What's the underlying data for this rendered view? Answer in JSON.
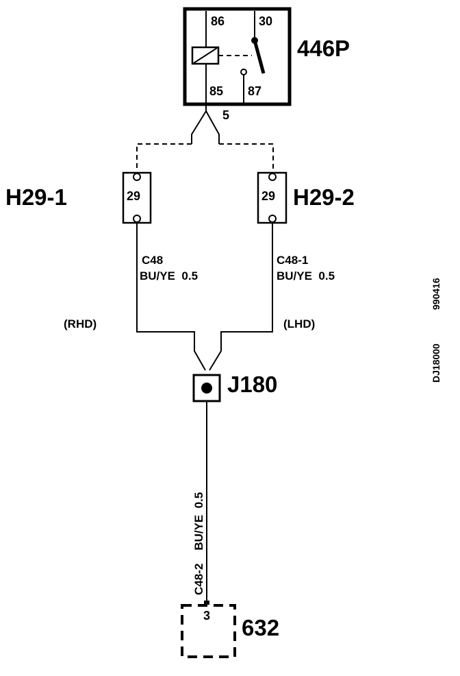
{
  "relay": {
    "id": "446P",
    "pins": {
      "p86": "86",
      "p30": "30",
      "p85": "85",
      "p87": "87"
    },
    "output_pin": "5"
  },
  "connectors": {
    "left": {
      "id": "H29-1",
      "pin": "29"
    },
    "right": {
      "id": "H29-2",
      "pin": "29"
    }
  },
  "wires": {
    "left": {
      "code": "C48",
      "spec": "BU/YE  0.5",
      "variant": "(RHD)"
    },
    "right": {
      "code": "C48-1",
      "spec": "BU/YE  0.5",
      "variant": "(LHD)"
    },
    "bottom": {
      "text": "C48-2    BU/YE  0.5"
    }
  },
  "junction": {
    "id": "J180"
  },
  "component": {
    "id": "632",
    "pin": "3"
  },
  "side_text": {
    "code": "DJ18000",
    "date": "990416"
  },
  "colors": {
    "ink": "#000000",
    "background": "#ffffff"
  }
}
